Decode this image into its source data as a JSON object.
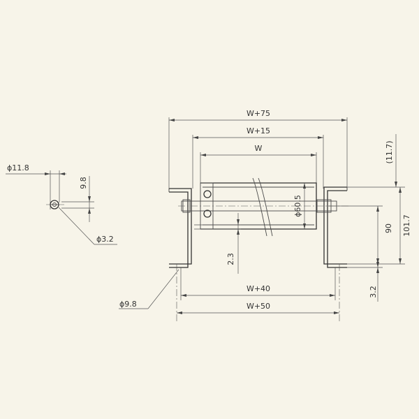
{
  "colors": {
    "background": "#f7f4e9",
    "line": "#4a4a4a",
    "text": "#333333"
  },
  "dimensions": {
    "w75": "W+75",
    "w15": "W+15",
    "w": "W",
    "h11_7_paren": "(11.7)",
    "dia_60_5": "ϕ60.5",
    "h90": "90",
    "h101_7": "101.7",
    "h2_3": "2.3",
    "h3_2": "3.2",
    "w40": "W+40",
    "w50": "W+50",
    "dia_9_8": "ϕ9.8",
    "detail_dia_11_8": "ϕ11.8",
    "detail_9_8": "9.8",
    "detail_dia_3_2": "ϕ3.2"
  }
}
